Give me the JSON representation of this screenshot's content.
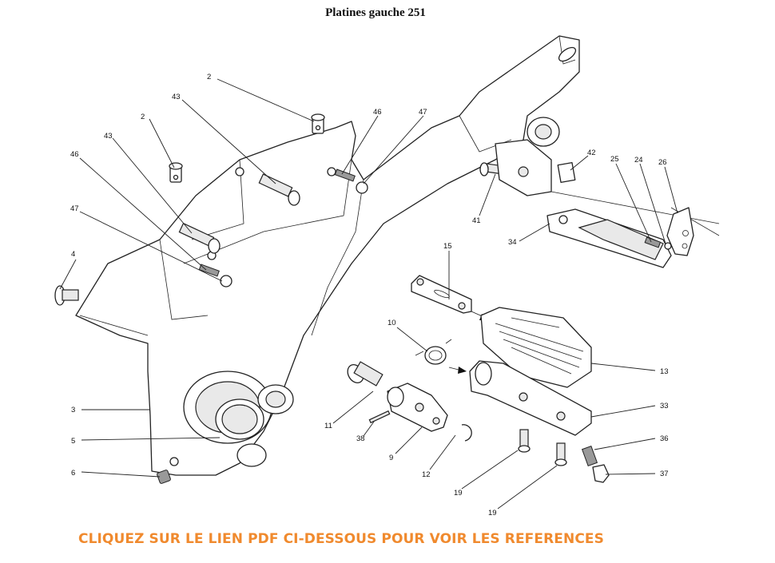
{
  "title": "Platines gauche 251",
  "cta": "CLIQUEZ SUR LE LIEN PDF CI-DESSOUS POUR VOIR LES REFERENCES",
  "callouts": [
    {
      "id": "2",
      "label": "2"
    },
    {
      "id": "43",
      "label": "43"
    },
    {
      "id": "2",
      "label": "2"
    },
    {
      "id": "43",
      "label": "43"
    },
    {
      "id": "46",
      "label": "46"
    },
    {
      "id": "47",
      "label": "47"
    },
    {
      "id": "46",
      "label": "46"
    },
    {
      "id": "47",
      "label": "47"
    },
    {
      "id": "4",
      "label": "4"
    },
    {
      "id": "3",
      "label": "3"
    },
    {
      "id": "5",
      "label": "5"
    },
    {
      "id": "6",
      "label": "6"
    },
    {
      "id": "42",
      "label": "42"
    },
    {
      "id": "25",
      "label": "25"
    },
    {
      "id": "24",
      "label": "24"
    },
    {
      "id": "26",
      "label": "26"
    },
    {
      "id": "41",
      "label": "41"
    },
    {
      "id": "34",
      "label": "34"
    },
    {
      "id": "15",
      "label": "15"
    },
    {
      "id": "10",
      "label": "10"
    },
    {
      "id": "13",
      "label": "13"
    },
    {
      "id": "33",
      "label": "33"
    },
    {
      "id": "11",
      "label": "11"
    },
    {
      "id": "38",
      "label": "38"
    },
    {
      "id": "9",
      "label": "9"
    },
    {
      "id": "12",
      "label": "12"
    },
    {
      "id": "36",
      "label": "36"
    },
    {
      "id": "37",
      "label": "37"
    },
    {
      "id": "19",
      "label": "19"
    },
    {
      "id": "19",
      "label": "19"
    }
  ]
}
